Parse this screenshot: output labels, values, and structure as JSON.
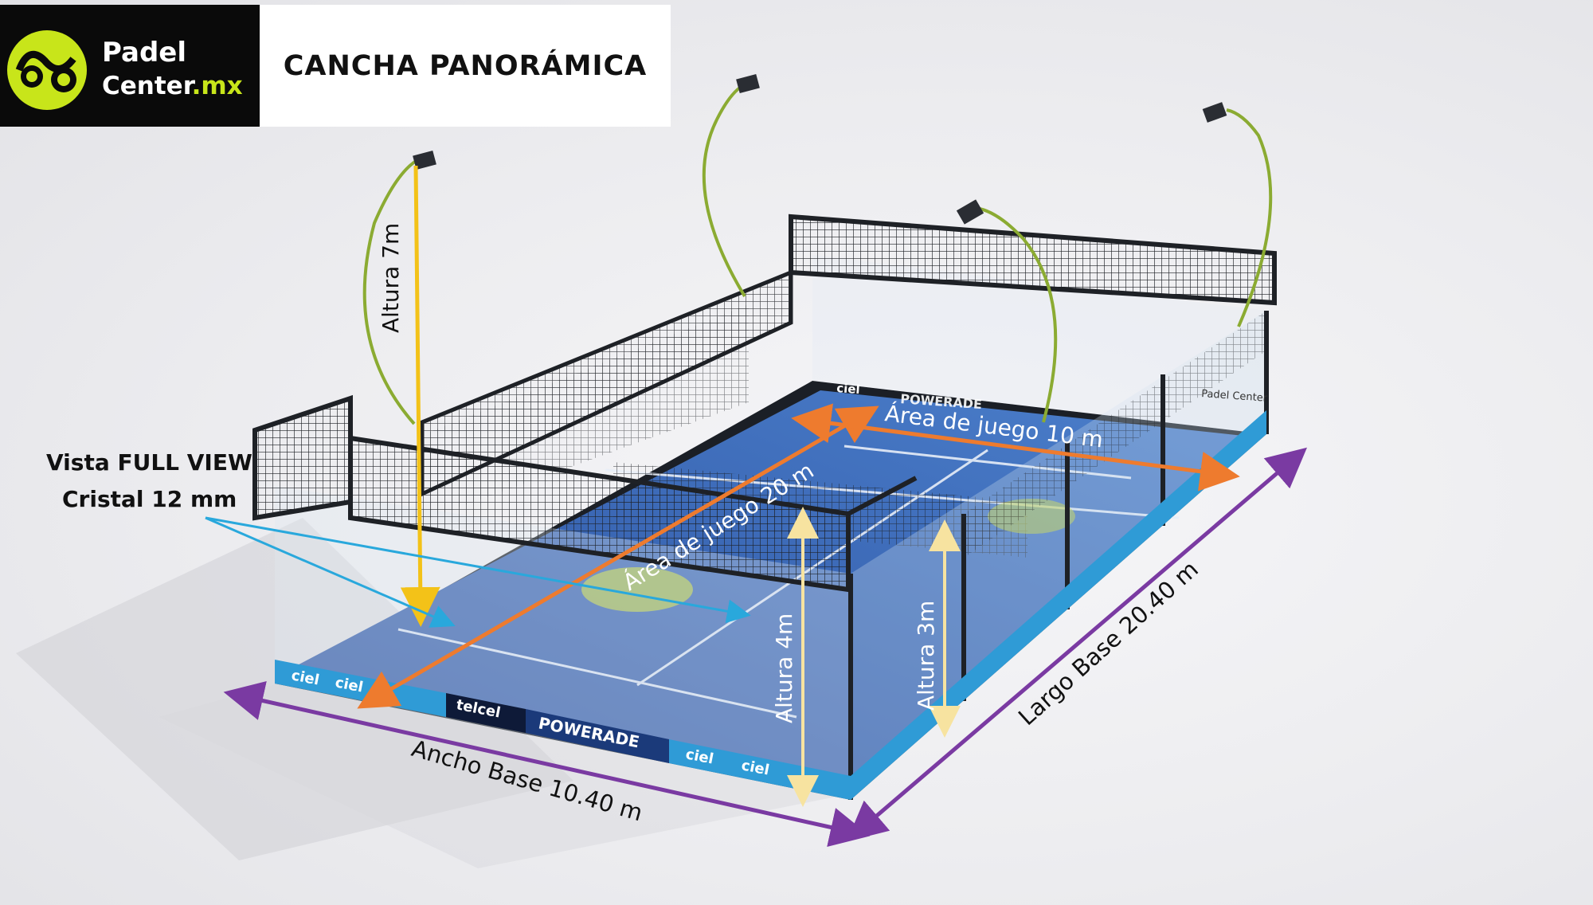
{
  "header": {
    "brand_line1": "Padel",
    "brand_line2_main": "Center",
    "brand_line2_accent": ".mx",
    "title": "CANCHA PANORÁMICA"
  },
  "annotations": {
    "altura_7": "Altura 7m",
    "area_20": "Área de juego 20 m",
    "area_10": "Área de juego 10 m",
    "full_view_1": "Vista FULL VIEW",
    "full_view_2": "Cristal 12 mm",
    "altura_4": "Altura 4m",
    "altura_3": "Altura 3m",
    "ancho_base": "Ancho Base 10.40 m",
    "largo_base": "Largo Base 20.40 m"
  },
  "banners": {
    "powerade": "POWERADE",
    "telcel": "telcel",
    "ciel": "ciel",
    "padel_center": "Padel Center"
  },
  "colors": {
    "court_blue": "#2e56a8",
    "court_blue_far": "#3f74c4",
    "frame": "#1e2126",
    "light_arm": "#8bab32",
    "arrow_orange": "#ee7b2e",
    "arrow_yellow": "#f3c218",
    "arrow_cream": "#f7e3a0",
    "arrow_purple": "#7a3aa2",
    "arrow_cyan": "#29a8dc",
    "logo_green": "#c8e51a"
  }
}
